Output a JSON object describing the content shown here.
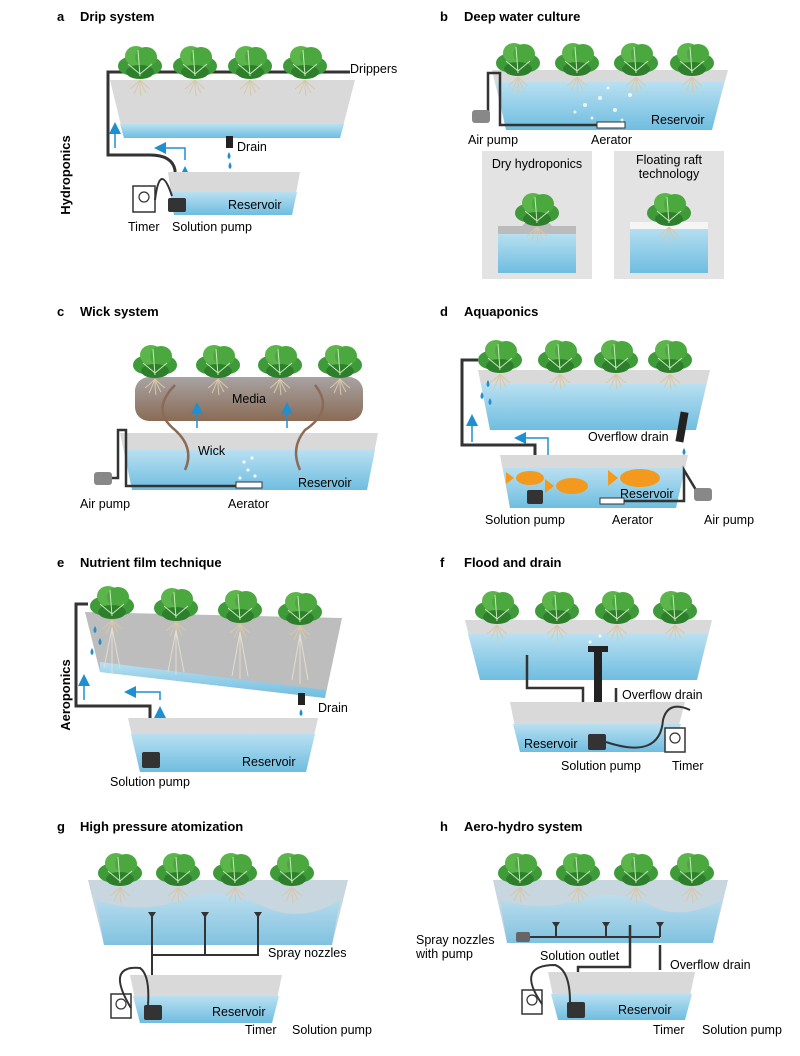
{
  "side_labels": {
    "hydroponics": "Hydroponics",
    "aeroponics": "Aeroponics"
  },
  "colors": {
    "water": "#8ccbe6",
    "tank": "#d9d9d9",
    "pipe": "#333333",
    "plant": "#3f9a3a",
    "arrow": "#1e8fd0",
    "fish": "#f39a1e",
    "media": "#8a6b55"
  },
  "panels": {
    "a": {
      "letter": "a",
      "title": "Drip system",
      "drippers": "Drippers",
      "drain": "Drain",
      "reservoir": "Reservoir",
      "timer": "Timer",
      "pump": "Solution pump"
    },
    "b": {
      "letter": "b",
      "title": "Deep water culture",
      "air_pump": "Air pump",
      "aerator": "Aerator",
      "reservoir": "Reservoir",
      "dry": "Dry hydroponics",
      "raft_1": "Floating raft",
      "raft_2": "technology"
    },
    "c": {
      "letter": "c",
      "title": "Wick system",
      "media": "Media",
      "wick": "Wick",
      "reservoir": "Reservoir",
      "air_pump": "Air pump",
      "aerator": "Aerator"
    },
    "d": {
      "letter": "d",
      "title": "Aquaponics",
      "overflow": "Overflow drain",
      "reservoir": "Reservoir",
      "pump": "Solution pump",
      "aerator": "Aerator",
      "air_pump": "Air pump"
    },
    "e": {
      "letter": "e",
      "title": "Nutrient film technique",
      "drain": "Drain",
      "reservoir": "Reservoir",
      "pump": "Solution pump"
    },
    "f": {
      "letter": "f",
      "title": "Flood and drain",
      "overflow": "Overflow drain",
      "reservoir": "Reservoir",
      "pump": "Solution pump",
      "timer": "Timer"
    },
    "g": {
      "letter": "g",
      "title": "High pressure atomization",
      "nozzles": "Spray nozzles",
      "reservoir": "Reservoir",
      "timer": "Timer",
      "pump": "Solution pump"
    },
    "h": {
      "letter": "h",
      "title": "Aero-hydro system",
      "nozzles_1": "Spray nozzles",
      "nozzles_2": "with pump",
      "outlet": "Solution outlet",
      "overflow": "Overflow drain",
      "reservoir": "Reservoir",
      "timer": "Timer",
      "pump": "Solution pump"
    }
  }
}
